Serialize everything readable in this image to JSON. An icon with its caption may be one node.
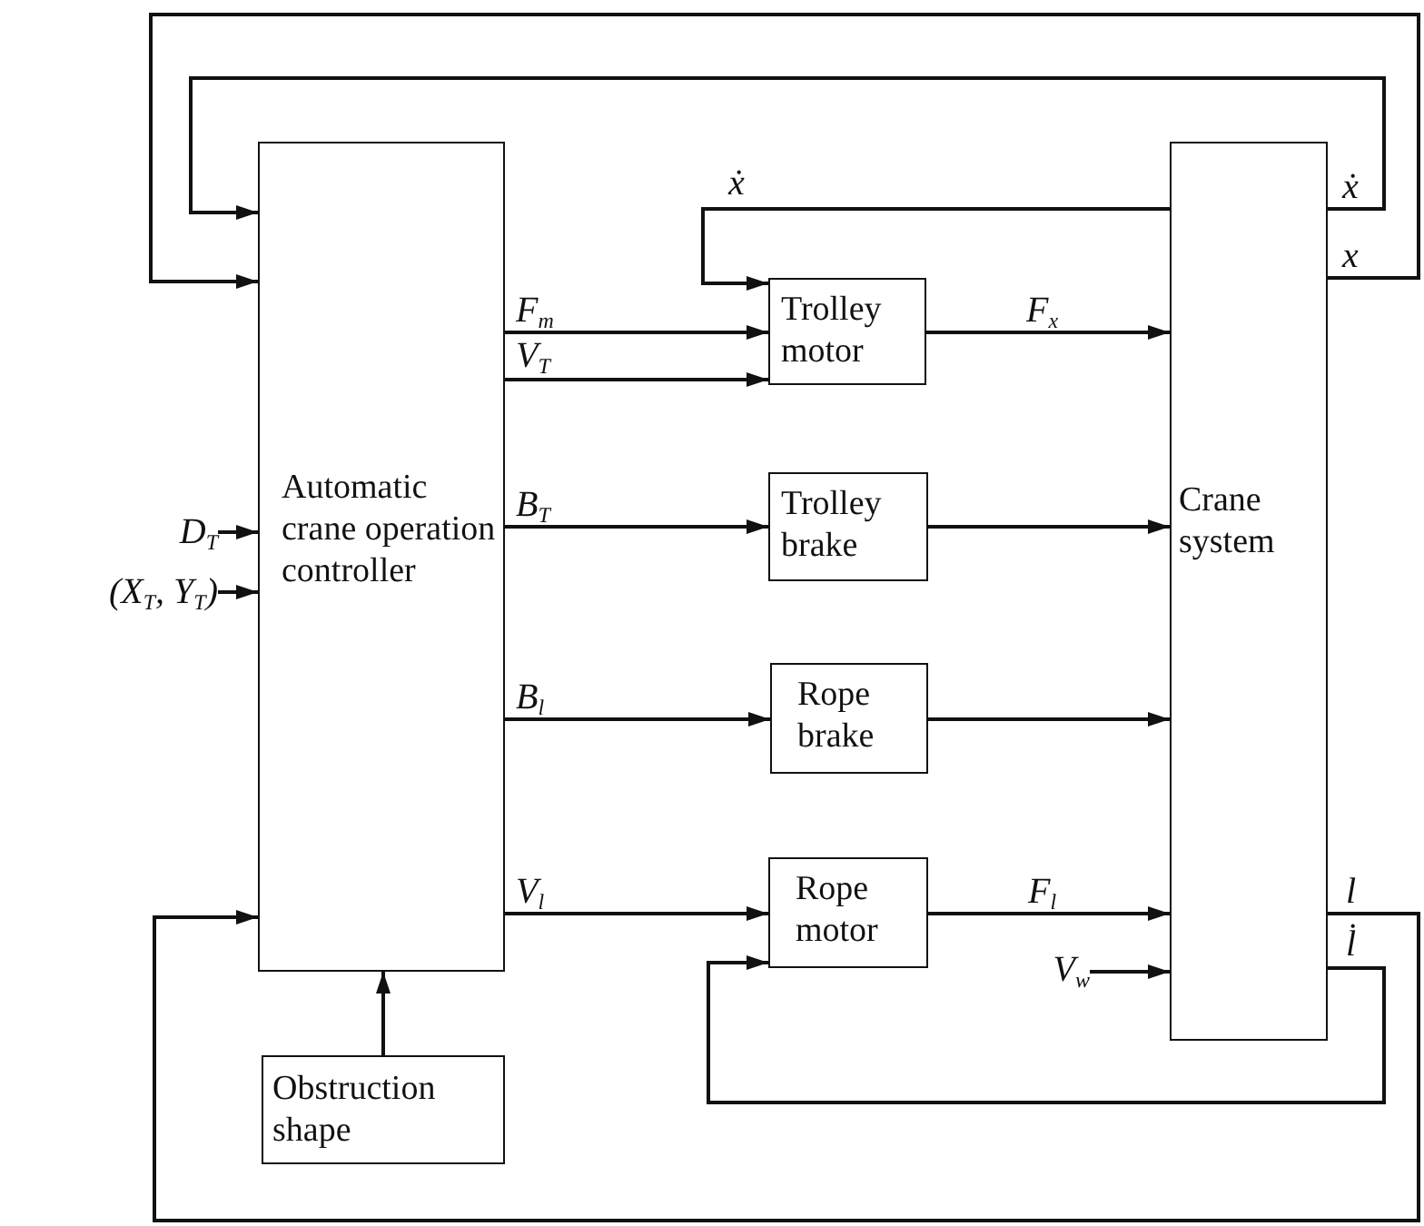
{
  "diagram": {
    "nodes": [
      {
        "text": [
          "Automatic crane operation controller"
        ]
      },
      {
        "text": [
          "Trolley motor"
        ]
      },
      {
        "text": [
          "Trolley brake"
        ]
      },
      {
        "text": [
          "Rope brake"
        ]
      },
      {
        "text": [
          "Rope motor"
        ]
      },
      {
        "text": [
          "Crane system"
        ]
      },
      {
        "text": [
          "Obstruction shape"
        ]
      },
      {
        "text": [
          "D$_{T}$"
        ]
      },
      {
        "text": [
          "(X$_{T}$, Y$_{T}$)"
        ]
      },
      {
        "text": [
          "V$_{w}$"
        ]
      }
    ],
    "edges": [
      {
        "from": 5,
        "to": 0,
        "arrow": "to",
        "label": "ẋ"
      },
      {
        "from": 5,
        "to": 0,
        "arrow": "to",
        "label": "x"
      },
      {
        "from": 5,
        "to": 1,
        "arrow": "to",
        "label": "ẋ"
      },
      {
        "from": 0,
        "to": 1,
        "arrow": "to",
        "label": "F$_{m}$"
      },
      {
        "from": 0,
        "to": 1,
        "arrow": "to",
        "label": "V$_{T}$"
      },
      {
        "from": 1,
        "to": 5,
        "arrow": "to",
        "label": "F$_{x}$"
      },
      {
        "from": 0,
        "to": 2,
        "arrow": "to",
        "label": "B$_{T}$"
      },
      {
        "from": 2,
        "to": 5,
        "arrow": "to"
      },
      {
        "from": 0,
        "to": 3,
        "arrow": "to",
        "label": "B$_{l}$"
      },
      {
        "from": 3,
        "to": 5,
        "arrow": "to"
      },
      {
        "from": 0,
        "to": 4,
        "arrow": "to",
        "label": "V$_{l}$"
      },
      {
        "from": 4,
        "to": 5,
        "arrow": "to",
        "label": "F$_{l}$"
      },
      {
        "from": 5,
        "to": 0,
        "arrow": "to",
        "label": "l"
      },
      {
        "from": 5,
        "to": 4,
        "arrow": "to",
        "label": "l̇"
      },
      {
        "from": 7,
        "to": 0,
        "arrow": "to"
      },
      {
        "from": 8,
        "to": 0,
        "arrow": "to"
      },
      {
        "from": 9,
        "to": 5,
        "arrow": "to"
      },
      {
        "from": 6,
        "to": 0,
        "arrow": "to"
      }
    ]
  }
}
